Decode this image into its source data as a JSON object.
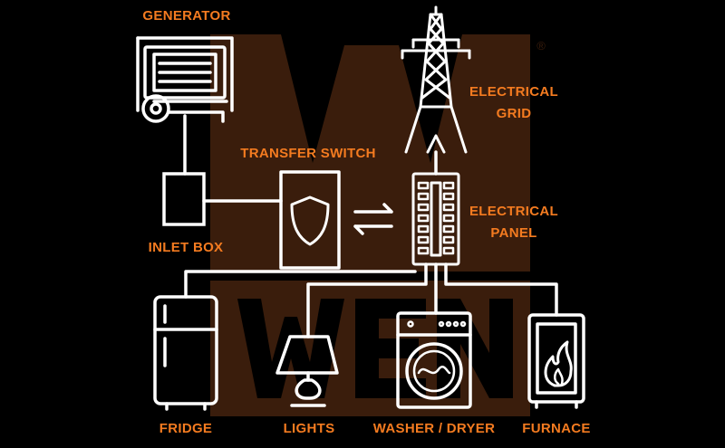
{
  "labels": {
    "generator": "GENERATOR",
    "transfer_switch": "TRANSFER SWITCH",
    "inlet_box": "INLET BOX",
    "electrical_grid": [
      "ELECTRICAL",
      "GRID"
    ],
    "electrical_panel": [
      "ELECTRICAL",
      "PANEL"
    ],
    "fridge": "FRIDGE",
    "lights": "LIGHTS",
    "washer_dryer": "WASHER / DRYER",
    "furnace": "FURNACE"
  },
  "watermark": {
    "text": "WEN",
    "registered_mark": "®"
  },
  "colors": {
    "label": "#f47b20",
    "line": "#ffffff",
    "watermark": "#3a1d0c",
    "background": "#000000"
  },
  "icons": {
    "generator": "generator-icon",
    "tower": "transmission-tower-icon",
    "transfer_switch": "shield-icon",
    "arrows": "bidirectional-arrows-icon",
    "panel": "breaker-panel-icon",
    "fridge": "fridge-icon",
    "lamp": "lamp-icon",
    "washer": "washing-machine-icon",
    "furnace": "flame-icon"
  }
}
